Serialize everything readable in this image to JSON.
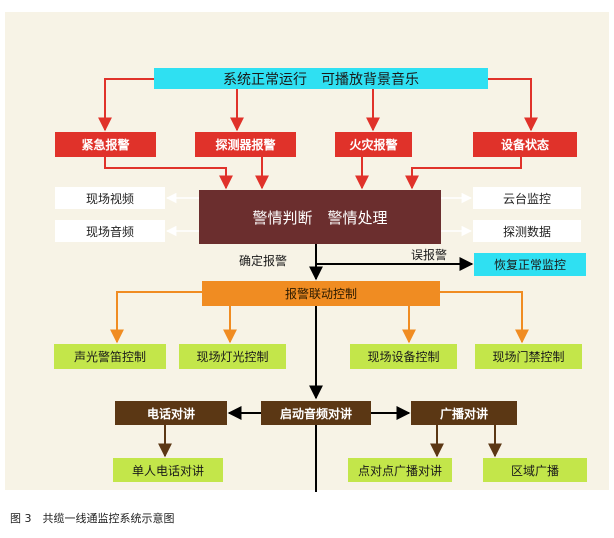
{
  "diagram": {
    "top_banner": "系统正常运行　可播放背景音乐",
    "alarm_sources": [
      "紧急报警",
      "探测器报警",
      "火灾报警",
      "设备状态"
    ],
    "center_box": "警情判断　警情处理",
    "left_outputs": [
      "现场视频",
      "现场音频"
    ],
    "right_outputs": [
      "云台监控",
      "探测数据"
    ],
    "confirm_label": "确定报警",
    "false_alarm_label": "误报警",
    "restore_box": "恢复正常监控",
    "linkage_box": "报警联动控制",
    "linkage_targets": [
      "声光警笛控制",
      "现场灯光控制",
      "现场设备控制",
      "现场门禁控制"
    ],
    "audio": {
      "center": "启动音频对讲",
      "phone": "电话对讲",
      "broadcast": "广播对讲",
      "single_phone": "单人电话对讲",
      "p2p_broadcast": "点对点广播对讲",
      "zone_broadcast": "区域广播"
    }
  },
  "colors": {
    "banner": "#2fe0f2",
    "alarm": "#e0322a",
    "center": "#6b2e2e",
    "linkage": "#f08c22",
    "target": "#c3e64a",
    "audio": "#5b3714"
  },
  "caption": "图 3　共缆一线通监控系统示意图"
}
